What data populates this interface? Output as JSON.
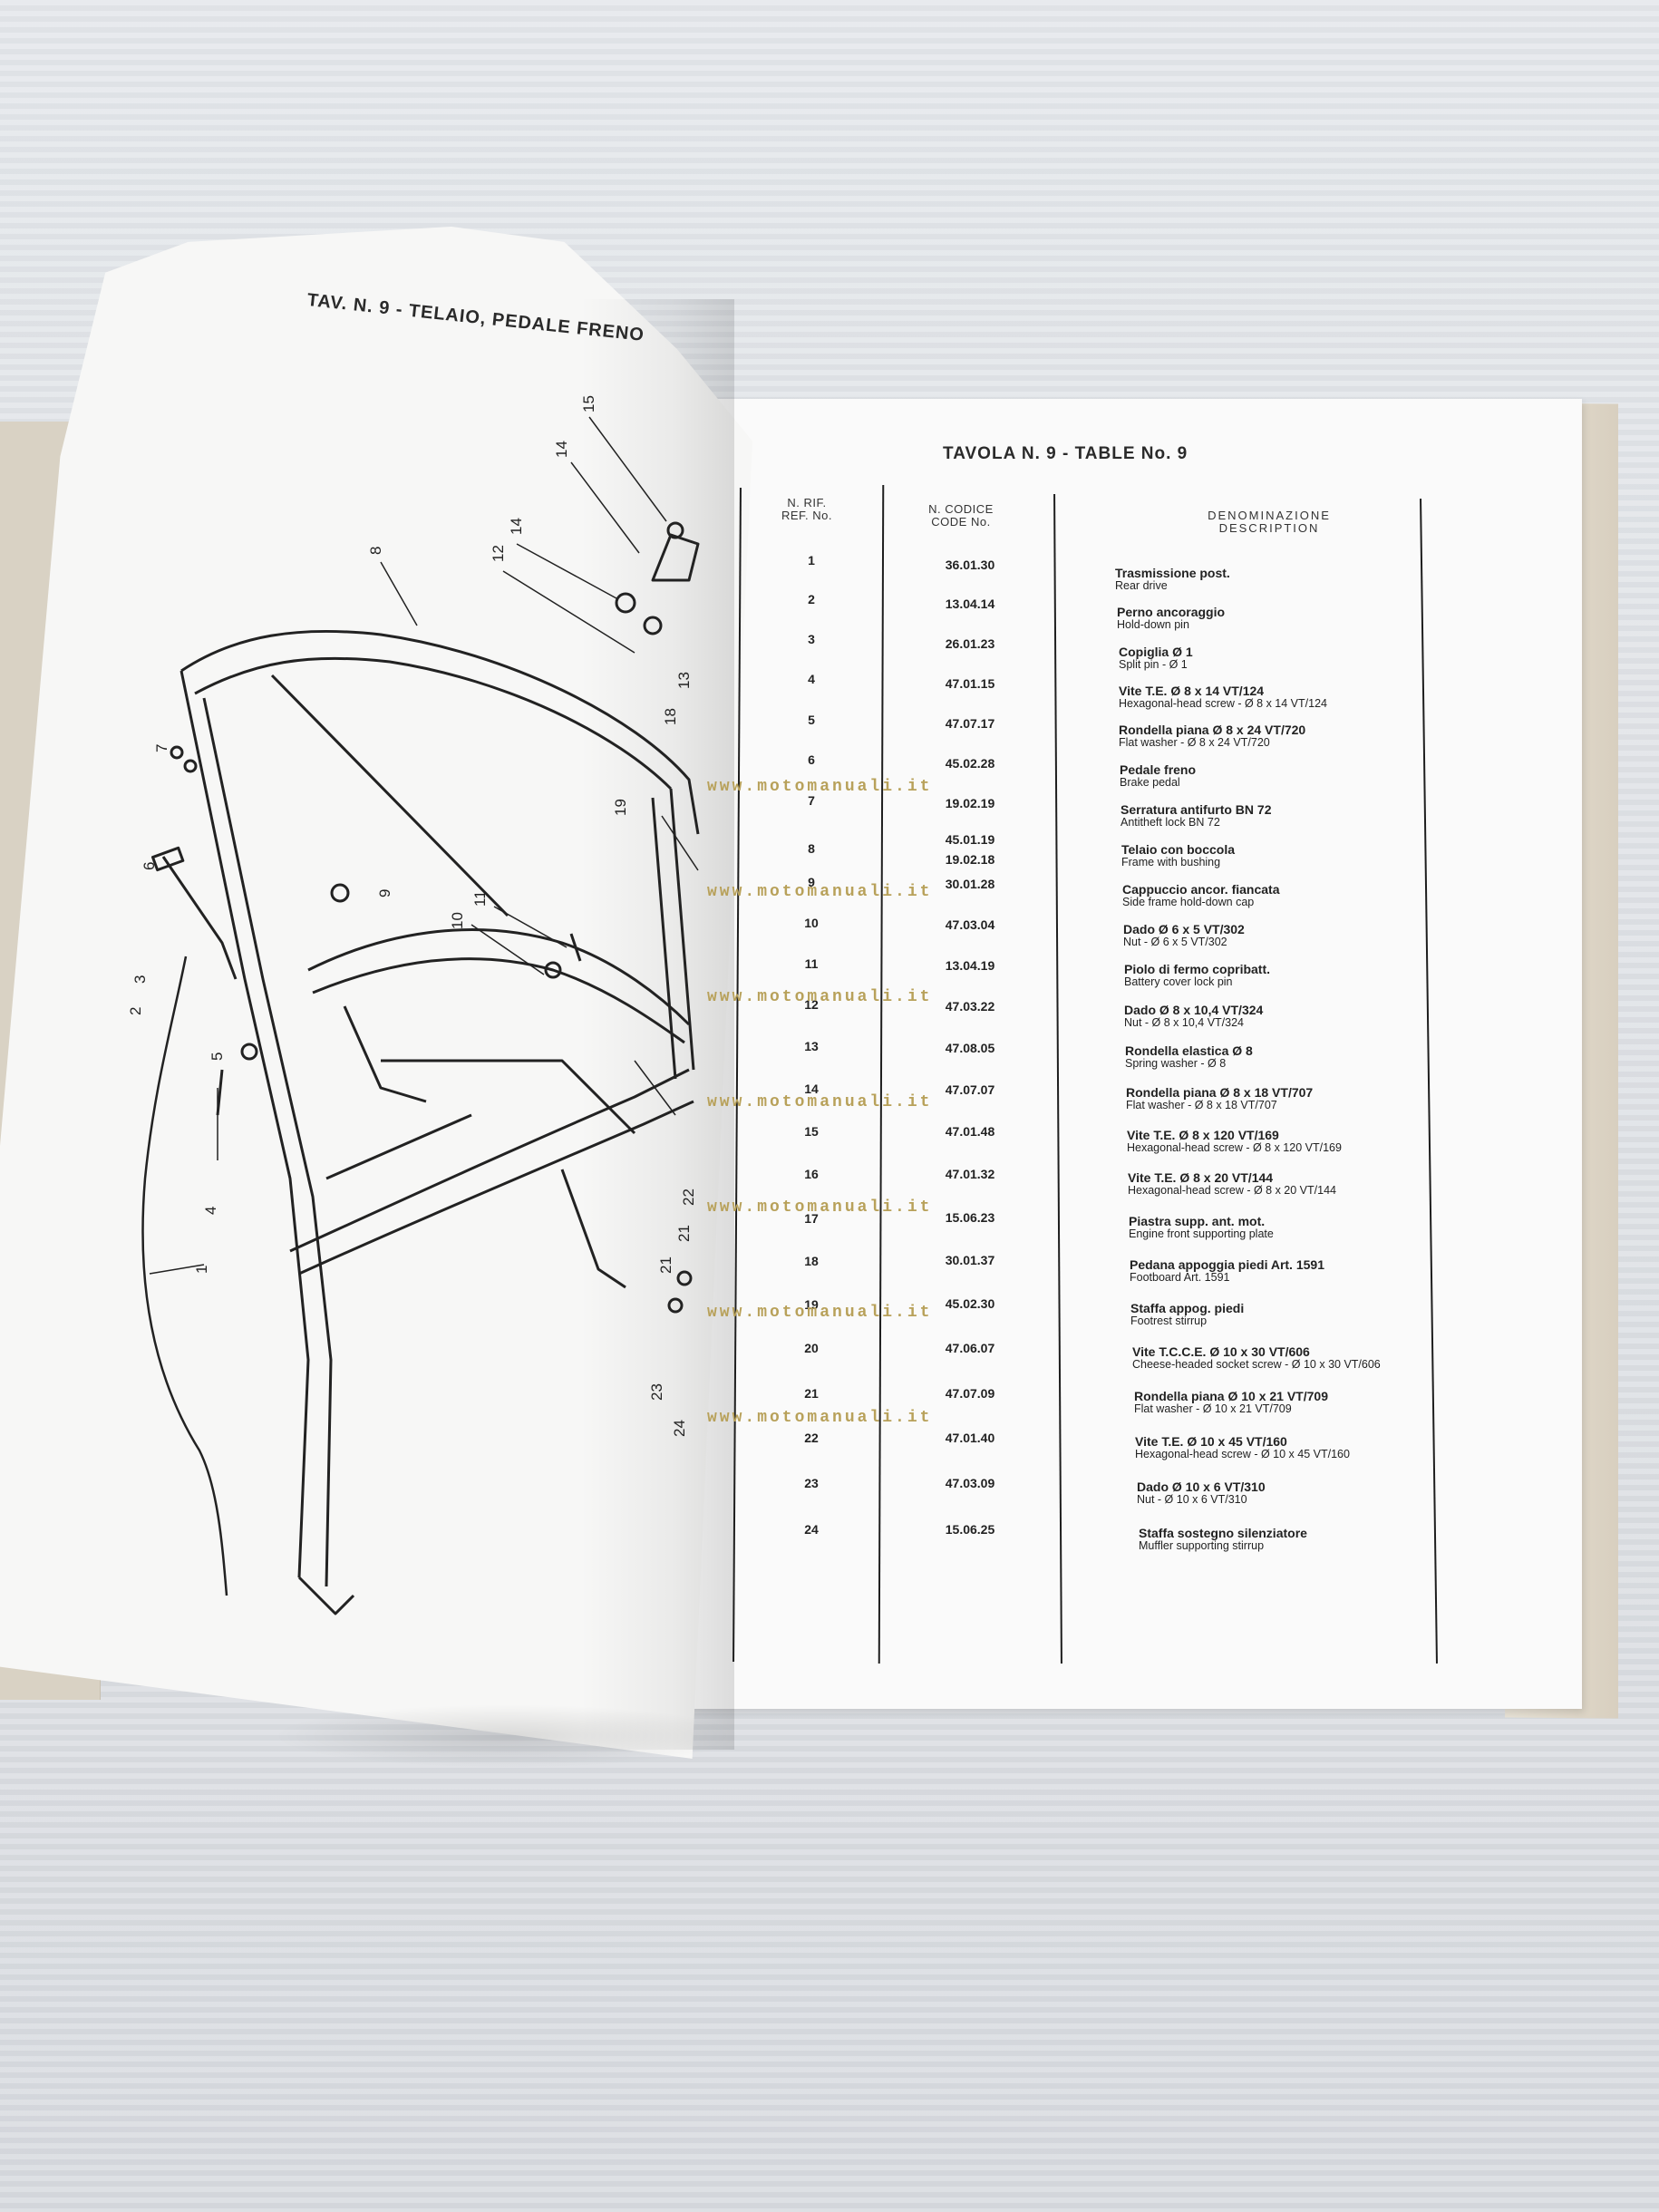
{
  "diagram": {
    "title": "TAV. N. 9 - TELAIO, PEDALE FRENO",
    "callouts": [
      "1",
      "2",
      "3",
      "4",
      "5",
      "6",
      "7",
      "8",
      "9",
      "10",
      "11",
      "12",
      "13",
      "14",
      "15",
      "18",
      "19",
      "21",
      "22",
      "23",
      "24"
    ]
  },
  "table": {
    "title": "TAVOLA N. 9 - TABLE No. 9",
    "headers": {
      "ref_it": "N. RIF.",
      "ref_en": "REF. No.",
      "code_it": "N. CODICE",
      "code_en": "CODE No.",
      "desc_it": "DENOMINAZIONE",
      "desc_en": "DESCRIPTION"
    },
    "rows": [
      {
        "ref": "1",
        "code": "36.01.30",
        "it": "Trasmissione post.",
        "en": "Rear drive"
      },
      {
        "ref": "2",
        "code": "13.04.14",
        "it": "Perno ancoraggio",
        "en": "Hold-down pin"
      },
      {
        "ref": "3",
        "code": "26.01.23",
        "it": "Copiglia Ø 1",
        "en": "Split pin - Ø 1"
      },
      {
        "ref": "4",
        "code": "47.01.15",
        "it": "Vite T.E. Ø 8 x 14 VT/124",
        "en": "Hexagonal-head screw - Ø 8 x 14 VT/124"
      },
      {
        "ref": "5",
        "code": "47.07.17",
        "it": "Rondella piana Ø 8 x 24 VT/720",
        "en": "Flat washer - Ø 8 x 24 VT/720"
      },
      {
        "ref": "6",
        "code": "45.02.28",
        "it": "Pedale freno",
        "en": "Brake pedal"
      },
      {
        "ref": "7",
        "code": "19.02.19",
        "it": "Serratura antifurto BN 72",
        "en": "Antitheft lock BN 72"
      },
      {
        "ref": "8",
        "code": "45.01.19",
        "code2": "19.02.18",
        "it": "Telaio con boccola",
        "en": "Frame with bushing"
      },
      {
        "ref": "9",
        "code": "30.01.28",
        "it": "Cappuccio ancor. fiancata",
        "en": "Side frame hold-down cap"
      },
      {
        "ref": "10",
        "code": "47.03.04",
        "it": "Dado Ø 6 x 5 VT/302",
        "en": "Nut - Ø 6 x 5 VT/302"
      },
      {
        "ref": "11",
        "code": "13.04.19",
        "it": "Piolo di fermo copribatt.",
        "en": "Battery cover lock pin"
      },
      {
        "ref": "12",
        "code": "47.03.22",
        "it": "Dado Ø 8 x 10,4 VT/324",
        "en": "Nut - Ø 8 x 10,4 VT/324"
      },
      {
        "ref": "13",
        "code": "47.08.05",
        "it": "Rondella elastica Ø 8",
        "en": "Spring washer - Ø 8"
      },
      {
        "ref": "14",
        "code": "47.07.07",
        "it": "Rondella piana Ø 8 x 18 VT/707",
        "en": "Flat washer - Ø 8 x 18 VT/707"
      },
      {
        "ref": "15",
        "code": "47.01.48",
        "it": "Vite T.E. Ø 8 x 120 VT/169",
        "en": "Hexagonal-head screw - Ø 8 x 120 VT/169"
      },
      {
        "ref": "16",
        "code": "47.01.32",
        "it": "Vite T.E. Ø 8 x 20 VT/144",
        "en": "Hexagonal-head screw - Ø 8 x 20 VT/144"
      },
      {
        "ref": "17",
        "code": "15.06.23",
        "it": "Piastra supp. ant. mot.",
        "en": "Engine front supporting plate"
      },
      {
        "ref": "18",
        "code": "30.01.37",
        "it": "Pedana appoggia piedi Art. 1591",
        "en": "Footboard Art. 1591"
      },
      {
        "ref": "19",
        "code": "45.02.30",
        "it": "Staffa appog. piedi",
        "en": "Footrest stirrup"
      },
      {
        "ref": "20",
        "code": "47.06.07",
        "it": "Vite T.C.C.E. Ø 10 x 30 VT/606",
        "en": "Cheese-headed socket screw - Ø 10 x 30 VT/606"
      },
      {
        "ref": "21",
        "code": "47.07.09",
        "it": "Rondella piana Ø 10 x 21 VT/709",
        "en": "Flat washer - Ø 10 x 21 VT/709"
      },
      {
        "ref": "22",
        "code": "47.01.40",
        "it": "Vite T.E. Ø 10 x 45 VT/160",
        "en": "Hexagonal-head screw - Ø 10 x 45 VT/160"
      },
      {
        "ref": "23",
        "code": "47.03.09",
        "it": "Dado Ø 10 x 6 VT/310",
        "en": "Nut - Ø 10 x 6 VT/310"
      },
      {
        "ref": "24",
        "code": "15.06.25",
        "it": "Staffa sostegno silenziatore",
        "en": "Muffler supporting stirrup"
      }
    ]
  },
  "watermark": "www.motomanuali.it"
}
